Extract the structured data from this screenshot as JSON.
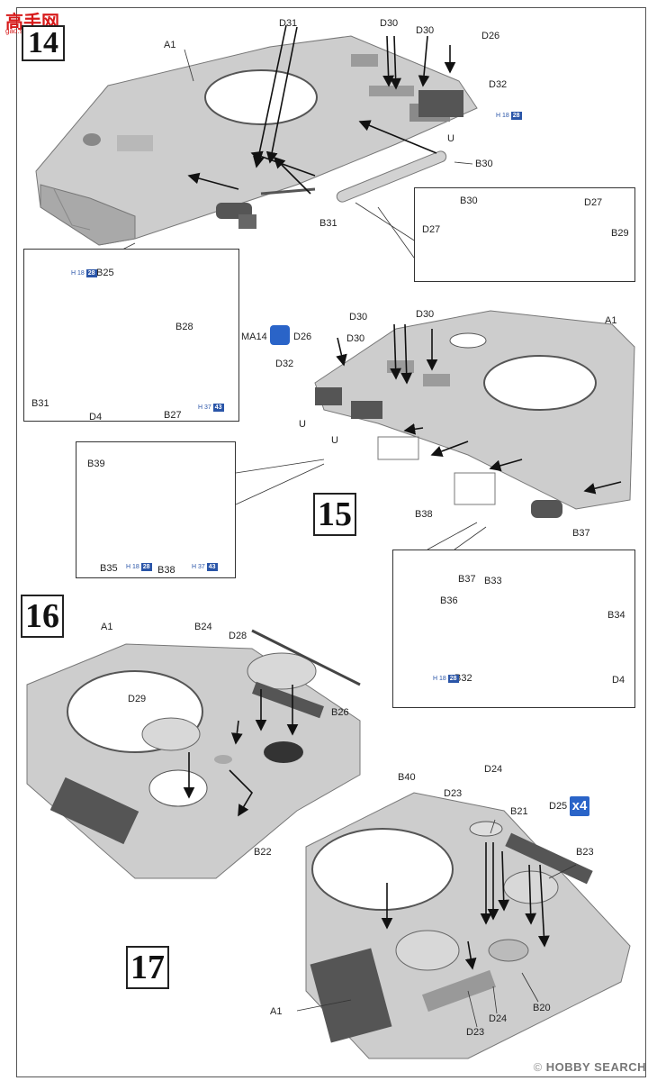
{
  "logo": {
    "chars": "高手网",
    "domain": "gao.shou.com"
  },
  "watermark": {
    "text": "HOBBY SEARCH",
    "prefix": "© "
  },
  "steps": [
    "14",
    "15",
    "16",
    "17"
  ],
  "step14": {
    "labels": {
      "a1": "A1",
      "d31": "D31",
      "d30a": "D30",
      "d30b": "D30",
      "d26": "D26",
      "d32": "D32",
      "u": "U",
      "b30": "B30",
      "b31": "B31"
    },
    "badge": {
      "prefix": "H",
      "n1": "18",
      "n2": "28"
    },
    "inset_b30": {
      "b30": "B30",
      "d27a": "D27",
      "d27b": "D27",
      "b29": "B29"
    },
    "inset_b25": {
      "b25": "B25",
      "b28": "B28",
      "b31": "B31",
      "d4": "D4",
      "b27": "B27"
    },
    "inset_b25_badges": {
      "a": {
        "prefix": "H",
        "n1": "18",
        "n2": "28"
      },
      "b": {
        "prefix": "H",
        "n1": "37",
        "n2": "43"
      }
    }
  },
  "step15": {
    "labels": {
      "ma14": "MA14",
      "d26": "D26",
      "d30a": "D30",
      "d30b": "D30",
      "d30c": "D30",
      "a1": "A1",
      "d32": "D32",
      "ua": "U",
      "ub": "U",
      "b38": "B38",
      "b37": "B37"
    },
    "inset_b39": {
      "b39": "B39",
      "b35": "B35",
      "b38": "B38",
      "b_badge_a": {
        "prefix": "H",
        "n1": "18",
        "n2": "28"
      },
      "b_badge_b": {
        "prefix": "H",
        "n1": "37",
        "n2": "43"
      }
    },
    "inset_b37": {
      "b37": "B37",
      "b33": "B33",
      "b36": "B36",
      "b34": "B34",
      "b32": "B32",
      "d4": "D4",
      "badge": {
        "prefix": "H",
        "n1": "18",
        "n2": "28"
      }
    }
  },
  "step16": {
    "labels": {
      "a1": "A1",
      "b24": "B24",
      "d28": "D28",
      "d29": "D29",
      "b26": "B26",
      "b22": "B22"
    }
  },
  "step17": {
    "labels": {
      "b40": "B40",
      "d24a": "D24",
      "d23a": "D23",
      "b21": "B21",
      "d25": "D25",
      "x4": "x4",
      "b23": "B23",
      "a1": "A1",
      "d23b": "D23",
      "d24b": "D24",
      "b20": "B20"
    }
  },
  "colors": {
    "hull": "#c8c8c8",
    "hull_dark": "#9a9a9a",
    "accent": "#2a64c8",
    "logo": "#d71a1a"
  }
}
